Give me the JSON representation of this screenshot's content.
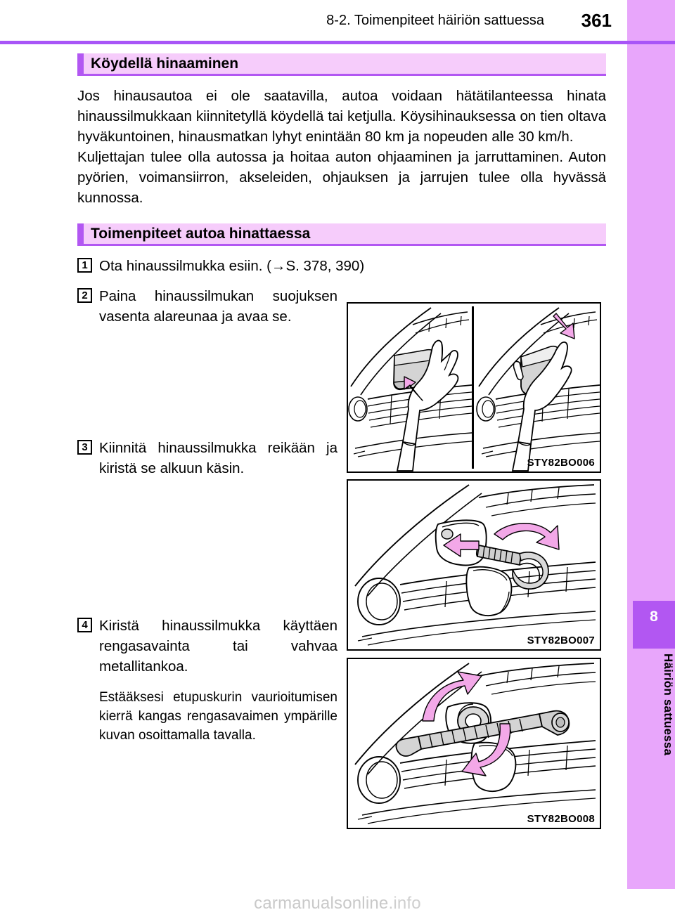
{
  "header": {
    "title": "8-2. Toimenpiteet häiriön sattuessa",
    "page_number": "361"
  },
  "sidebar": {
    "chapter_number": "8",
    "chapter_label": "Häiriön sattuessa",
    "tab_color": "#b257f2",
    "rail_color": "#e8a6fb"
  },
  "sections": [
    {
      "title": "Köydellä hinaaminen",
      "paragraphs": [
        "Jos hinausautoa ei ole saatavilla, autoa voidaan hätätilanteessa hinata hinaussilmukkaan kiinnitetyllä köydellä tai ketjulla. Köysihinauksessa on tien oltava hyväkuntoinen, hinausmatkan lyhyt enintään 80 km ja nopeuden alle 30 km/h.",
        "Kuljettajan tulee olla autossa ja hoitaa auton ohjaaminen ja jarruttaminen. Auton pyörien, voimansiirron, akseleiden, ohjauksen ja jarrujen tulee olla hyvässä kunnossa."
      ]
    },
    {
      "title": "Toimenpiteet autoa hinattaessa"
    }
  ],
  "steps": [
    {
      "number": "1",
      "text": "Ota hinaussilmukka esiin. (→S. 378, 390)"
    },
    {
      "number": "2",
      "text": "Paina hinaussilmukan suojuksen vasenta alareunaa ja avaa se."
    },
    {
      "number": "3",
      "text": "Kiinnitä hinaussilmukka reikään ja kiristä se alkuun käsin."
    },
    {
      "number": "4",
      "text": "Kiristä hinaussilmukka käyttäen rengasavainta tai vahvaa metallitankoa.",
      "note": "Estääksesi etupuskurin vaurioitumisen kierrä kangas rengasavaimen ympärille kuvan osoittamalla tavalla."
    }
  ],
  "figures": [
    {
      "code": "STY82BO006"
    },
    {
      "code": "STY82BO007"
    },
    {
      "code": "STY82BO008"
    }
  ],
  "watermark": {
    "main": "carmanualsonline",
    "tail": ".info"
  },
  "colors": {
    "accent_purple": "#b257f2",
    "band_fill": "#f6ccfb",
    "rule": "#a855f7",
    "arrow_pink": "#f3a8e8"
  }
}
